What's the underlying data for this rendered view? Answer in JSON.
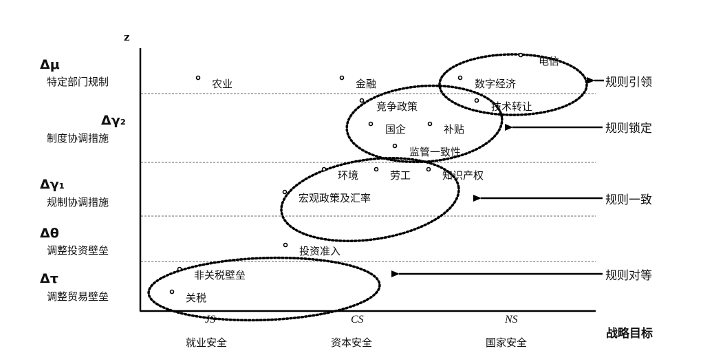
{
  "axis": {
    "z_label": "z",
    "x_title": "战略目标"
  },
  "y_levels": [
    {
      "symbol": "Δμ",
      "label": "特定部门规制"
    },
    {
      "symbol": "Δγ₂",
      "label": "制度协调措施"
    },
    {
      "symbol": "Δγ₁",
      "label": "规制协调措施"
    },
    {
      "symbol": "Δθ",
      "label": "调整投资壁垒"
    },
    {
      "symbol": "Δτ",
      "label": "调整贸易壁垒"
    }
  ],
  "x_categories": [
    {
      "symbol": "JS",
      "label": "就业安全"
    },
    {
      "symbol": "CS",
      "label": "资本安全"
    },
    {
      "symbol": "NS",
      "label": "国家安全"
    }
  ],
  "items": [
    {
      "label": "农业",
      "level": "Δμ"
    },
    {
      "label": "金融",
      "level": "Δμ"
    },
    {
      "label": "电信",
      "level": "Δμ"
    },
    {
      "label": "数字经济",
      "level": "Δμ"
    },
    {
      "label": "竞争政策",
      "level": "Δγ₂"
    },
    {
      "label": "技术转让",
      "level": "Δγ₂"
    },
    {
      "label": "国企",
      "level": "Δγ₂"
    },
    {
      "label": "补贴",
      "level": "Δγ₂"
    },
    {
      "label": "监管一致性",
      "level": "Δγ₂"
    },
    {
      "label": "环境",
      "level": "Δγ₁"
    },
    {
      "label": "劳工",
      "level": "Δγ₁"
    },
    {
      "label": "知识产权",
      "level": "Δγ₁"
    },
    {
      "label": "宏观政策及汇率",
      "level": "Δγ₁"
    },
    {
      "label": "投资准入",
      "level": "Δθ"
    },
    {
      "label": "非关税壁垒",
      "level": "Δτ"
    },
    {
      "label": "关税",
      "level": "Δτ"
    }
  ],
  "rules": [
    {
      "label": "规则引领"
    },
    {
      "label": "规则锁定"
    },
    {
      "label": "规则一致"
    },
    {
      "label": "规则对等"
    }
  ]
}
